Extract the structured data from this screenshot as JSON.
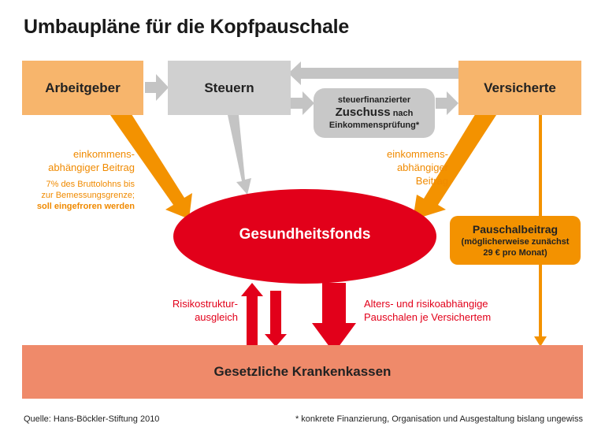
{
  "title": "Umbaupläne für die Kopfpauschale",
  "boxes": {
    "arbeitgeber": "Arbeitgeber",
    "steuern": "Steuern",
    "versicherte": "Versicherte",
    "zuschuss_line1": "steuerfinanzierter",
    "zuschuss_big": "Zuschuss",
    "zuschuss_nach": "nach",
    "zuschuss_line3": "Einkommensprüfung*",
    "gesundheitsfonds": "Gesundheitsfonds",
    "krankenkassen": "Gesetzliche Krankenkassen"
  },
  "left_label": {
    "line1": "einkommens-",
    "line2": "abhängiger Beitrag",
    "note1": "7% des Bruttolohns bis",
    "note2": "zur Bemessungsgrenze;",
    "note3": "soll eingefroren werden"
  },
  "right_label": {
    "line1": "einkommens-",
    "line2": "abhängiger",
    "line3": "Beitrag"
  },
  "pauschalbeitrag": {
    "title": "Pauschalbeitrag",
    "line1": "(möglicherweise zunächst",
    "line2": "29 € pro Monat)"
  },
  "risiko": {
    "line1": "Risikostruktur-",
    "line2": "ausgleich"
  },
  "alters": {
    "line1": "Alters- und risikoabhängige",
    "line2": "Pauschalen je Versichertem"
  },
  "footer": {
    "source": "Quelle: Hans-Böckler-Stiftung 2010",
    "note": "* konkrete Finanzierung, Organisation und Ausgestaltung bislang ungewiss"
  },
  "colors": {
    "orange_box": "#f7b56c",
    "orange_arrow": "#f39200",
    "gray_box": "#d0d0d0",
    "gray_arrow": "#c4c4c4",
    "red": "#e2001a",
    "salmon": "#ef8a6a"
  }
}
